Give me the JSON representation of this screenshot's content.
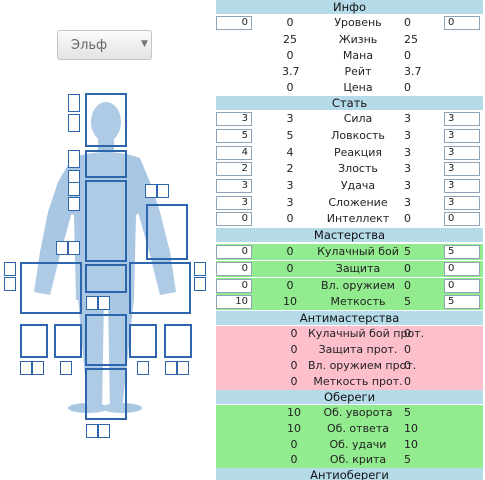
{
  "race_select": {
    "value": "Эльф",
    "arrow": "▼"
  },
  "sections": {
    "info": {
      "title": "Инфо",
      "rows": [
        {
          "left_box": "0",
          "base": "0",
          "name": "Уровень",
          "value": "0",
          "right_box": "0"
        },
        {
          "base": "25",
          "name": "Жизнь",
          "value": "25"
        },
        {
          "base": "0",
          "name": "Мана",
          "value": "0"
        },
        {
          "base": "3.7",
          "name": "Рейт",
          "value": "3.7"
        },
        {
          "base": "0",
          "name": "Цена",
          "value": "0"
        }
      ]
    },
    "stats": {
      "title": "Стать",
      "rows": [
        {
          "left_box": "3",
          "base": "3",
          "name": "Сила",
          "value": "3",
          "right_box": "3"
        },
        {
          "left_box": "5",
          "base": "5",
          "name": "Ловкость",
          "value": "3",
          "right_box": "3"
        },
        {
          "left_box": "4",
          "base": "4",
          "name": "Реакция",
          "value": "3",
          "right_box": "3"
        },
        {
          "left_box": "2",
          "base": "2",
          "name": "Злость",
          "value": "3",
          "right_box": "3"
        },
        {
          "left_box": "3",
          "base": "3",
          "name": "Удача",
          "value": "3",
          "right_box": "3"
        },
        {
          "left_box": "3",
          "base": "3",
          "name": "Сложение",
          "value": "3",
          "right_box": "3"
        },
        {
          "left_box": "0",
          "base": "0",
          "name": "Интеллект",
          "value": "0",
          "right_box": "0"
        }
      ]
    },
    "mastery": {
      "title": "Мастерства",
      "color": "#92eb8f",
      "rows": [
        {
          "left_box": "0",
          "base": "0",
          "name": "Кулачный бой",
          "value": "5",
          "right_box": "5"
        },
        {
          "left_box": "0",
          "base": "0",
          "name": "Защита",
          "value": "0",
          "right_box": "0"
        },
        {
          "left_box": "0",
          "base": "0",
          "name": "Вл. оружием",
          "value": "0",
          "right_box": "0"
        },
        {
          "left_box": "10",
          "base": "10",
          "name": "Меткость",
          "value": "5",
          "right_box": "5"
        }
      ]
    },
    "antimastery": {
      "title": "Антимастерства",
      "color": "#fdbfcb",
      "rows": [
        {
          "base": "0",
          "name": "Кулачный бой прот.",
          "value": "0"
        },
        {
          "base": "0",
          "name": "Защита прот.",
          "value": "0"
        },
        {
          "base": "0",
          "name": "Вл. оружием прот.",
          "value": "0"
        },
        {
          "base": "0",
          "name": "Меткость прот.",
          "value": "0"
        }
      ]
    },
    "charms": {
      "title": "Обереги",
      "color": "#92eb8f",
      "rows": [
        {
          "base": "10",
          "name": "Об. уворота",
          "value": "5"
        },
        {
          "base": "10",
          "name": "Об. ответа",
          "value": "10"
        },
        {
          "base": "0",
          "name": "Об. удачи",
          "value": "10"
        },
        {
          "base": "0",
          "name": "Об. крита",
          "value": "5"
        }
      ]
    },
    "anticharms": {
      "title": "Антиобереги"
    }
  },
  "colors": {
    "header_bg": "#b6dbe8",
    "slot_border": "#2e66ad",
    "silhouette": "#a9c7e3"
  }
}
